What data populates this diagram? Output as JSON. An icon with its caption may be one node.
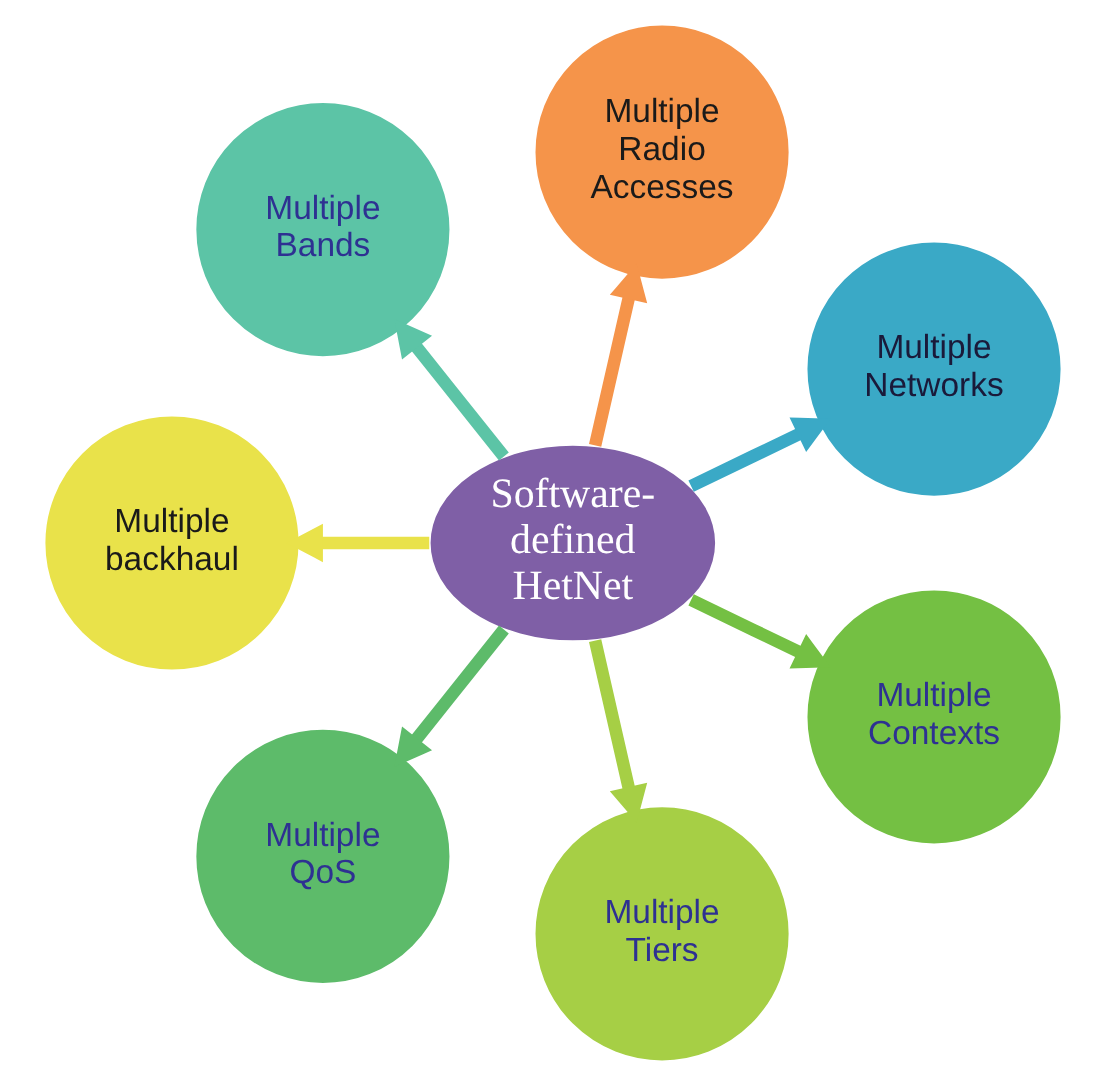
{
  "diagram": {
    "nodes": [
      {
        "text": [
          "Software-defined HetNet"
        ]
      },
      {
        "text": [
          "Multiple Networks"
        ]
      },
      {
        "text": [
          "Multiple Radio Accesses"
        ]
      },
      {
        "text": [
          "Multiple Bands"
        ]
      },
      {
        "text": [
          "Multiple backhaul"
        ]
      },
      {
        "text": [
          "Multiple QoS"
        ]
      },
      {
        "text": [
          "Multiple Tiers"
        ]
      },
      {
        "text": [
          "Multiple Contexts"
        ]
      }
    ],
    "edges": [
      {
        "from": 0,
        "to": 1,
        "arrow": "to",
        "color": "#3aa9c6"
      },
      {
        "from": 0,
        "to": 2,
        "arrow": "to",
        "color": "#f5944a"
      },
      {
        "from": 0,
        "to": 3,
        "arrow": "to",
        "color": "#5cc4a6"
      },
      {
        "from": 0,
        "to": 4,
        "arrow": "to",
        "color": "#e9e24a"
      },
      {
        "from": 0,
        "to": 5,
        "arrow": "to",
        "color": "#5dbb6a"
      },
      {
        "from": 0,
        "to": 6,
        "arrow": "to",
        "color": "#a6cf45"
      },
      {
        "from": 0,
        "to": 7,
        "arrow": "to",
        "color": "#74c043"
      }
    ]
  }
}
